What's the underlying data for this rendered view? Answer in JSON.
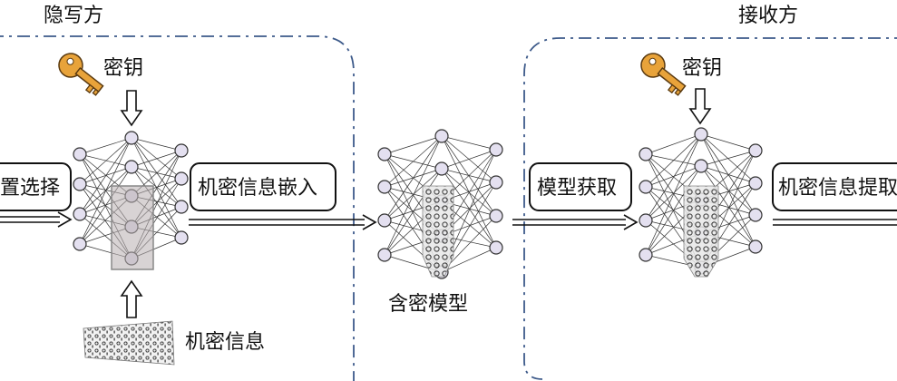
{
  "sender": {
    "title": "隐写方",
    "key_label": "密钥",
    "step1_label": "置选择",
    "step2_label": "机密信息嵌入",
    "secret_label": "机密信息"
  },
  "middle": {
    "label": "含密模型"
  },
  "receiver": {
    "title": "接收方",
    "key_label": "密钥",
    "step1_label": "模型获取",
    "step2_label": "机密信息提取"
  },
  "colors": {
    "dashed_border": "#3d5a8a",
    "key_fill": "#e8a33a",
    "node_fill": "#e4e0f0"
  }
}
